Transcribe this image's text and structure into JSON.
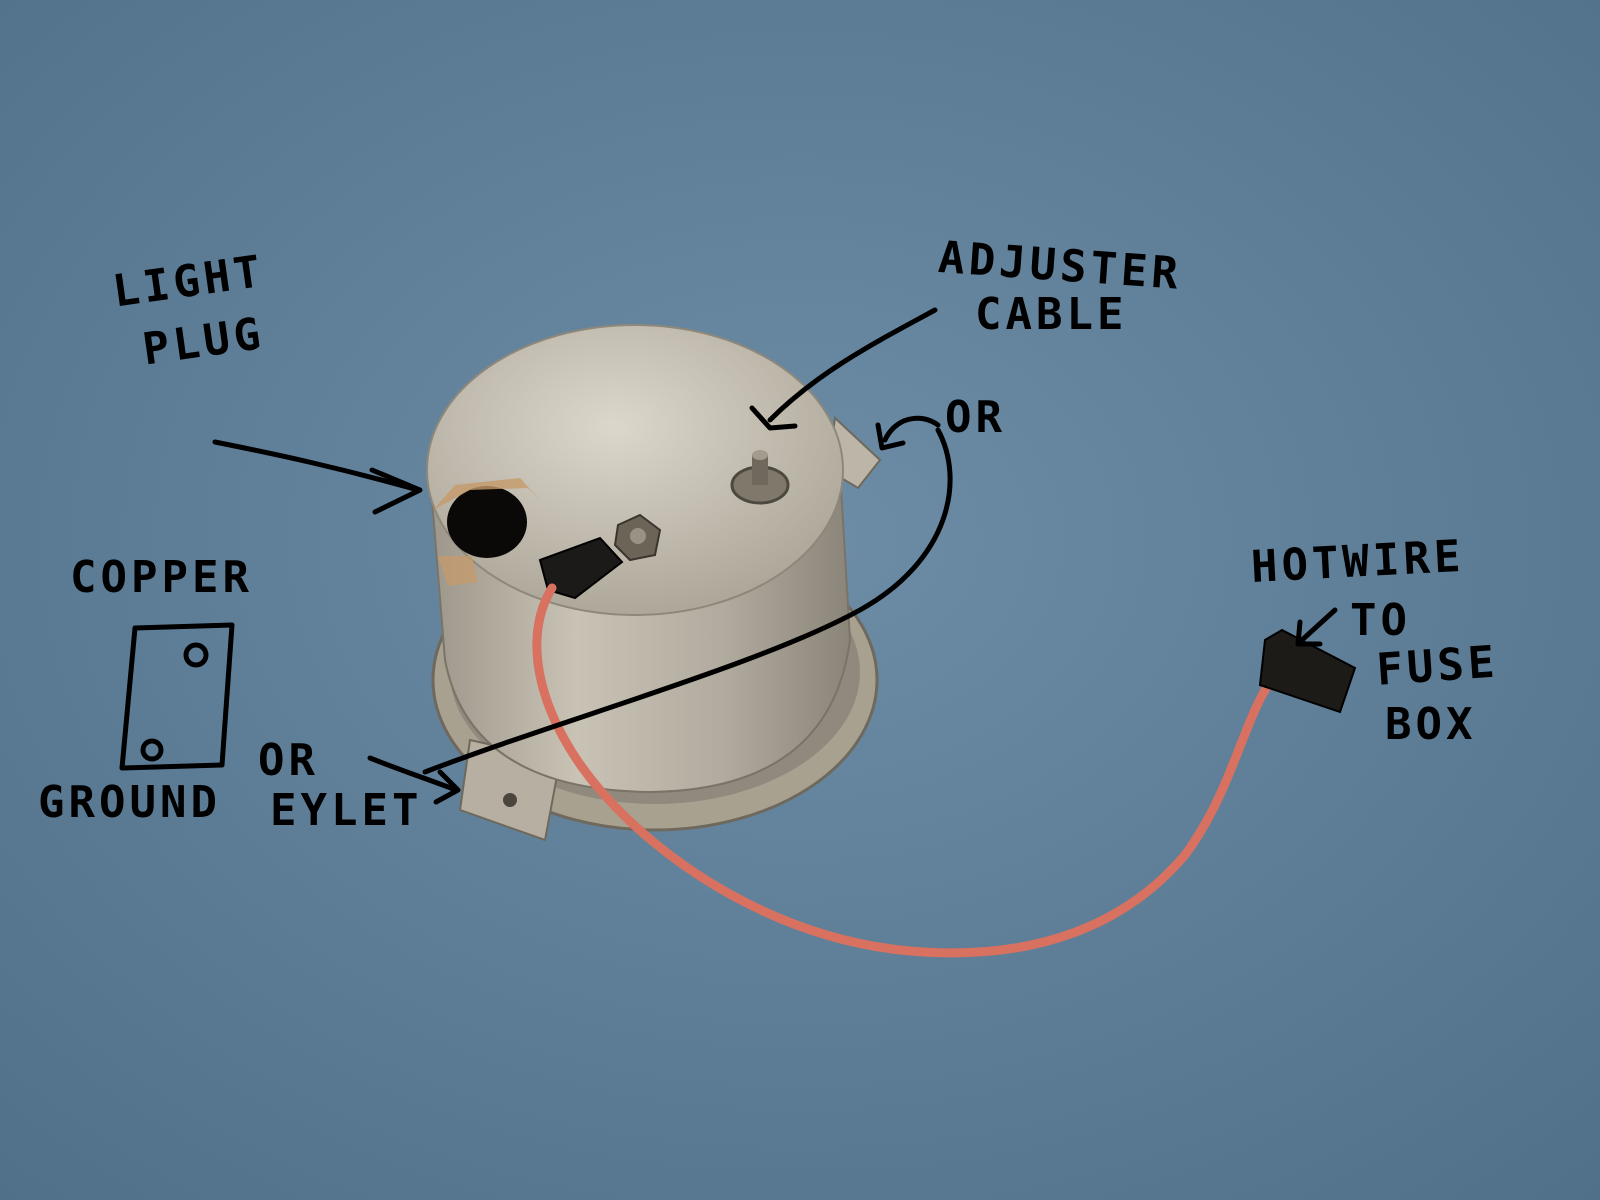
{
  "annotations": {
    "light": "LIGHT",
    "plug": "PLUG",
    "adjuster": "ADJUSTER",
    "cable": "CABLE",
    "or_top": "OR",
    "copper": "COPPER",
    "ground": "GROUND",
    "or_bottom": "OR",
    "eyelet": "EYLET",
    "hotwire": "HOTWIRE",
    "to": "TO",
    "fuse": "FUSE",
    "box": "BOX"
  },
  "colors": {
    "background": "#5f7f9a",
    "housing": "#c9c2b4",
    "wire": "#d8715f",
    "ink": "#000000"
  }
}
